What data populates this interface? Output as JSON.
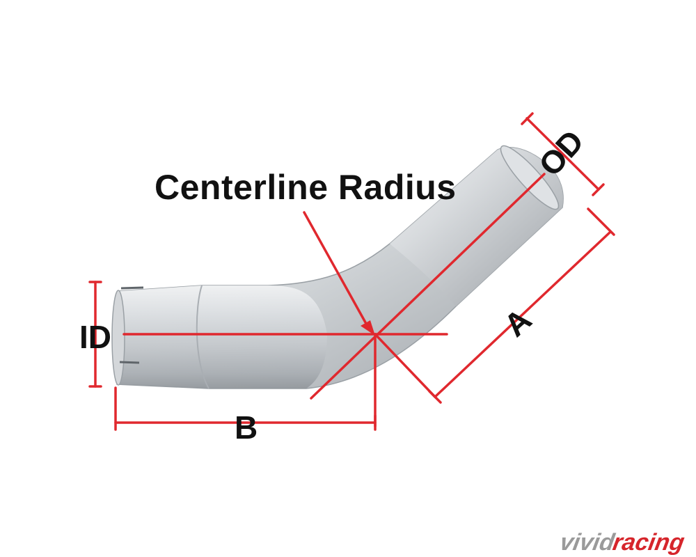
{
  "diagram": {
    "title_label": "Centerline Radius",
    "dimension_labels": {
      "od": "OD",
      "id": "ID",
      "a": "A",
      "b": "B"
    }
  },
  "watermark": {
    "text_part1": "vivid",
    "text_part2": "racing"
  },
  "colors": {
    "dimension_line": "#e0282e",
    "label_text": "#111111",
    "pipe_light": "#e6e8ea",
    "pipe_mid": "#c3c7cb",
    "pipe_dark": "#8f9499",
    "watermark_gray": "#9a9a9a",
    "watermark_red": "#d6252b"
  }
}
